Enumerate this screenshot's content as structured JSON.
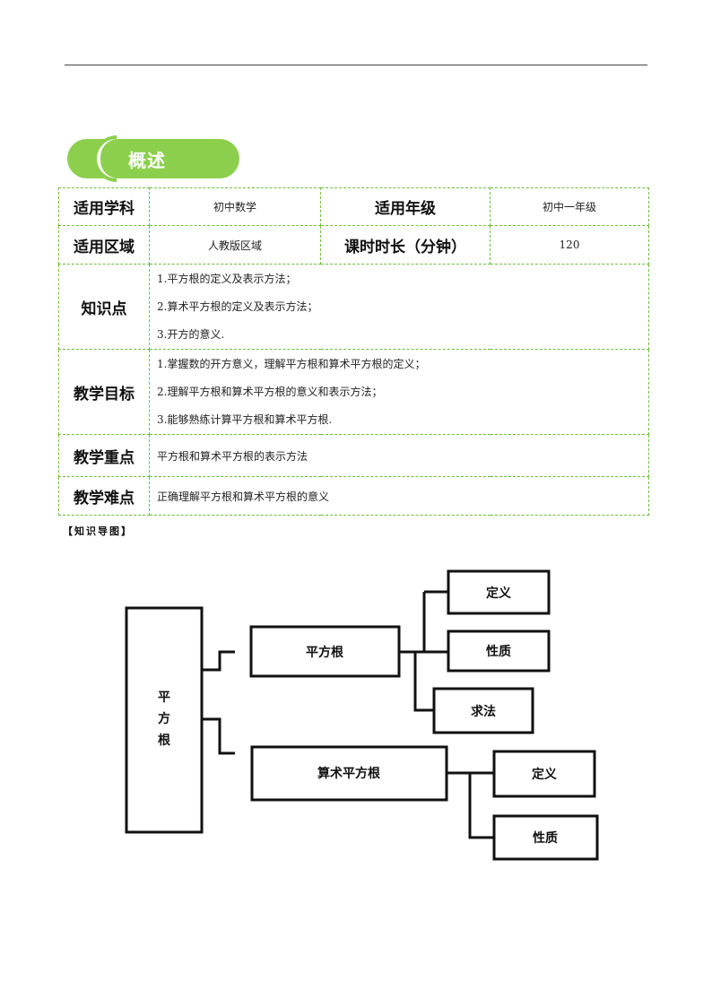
{
  "section": {
    "title": "概述"
  },
  "overview": {
    "subject_label": "适用学科",
    "subject_value": "初中数学",
    "grade_label": "适用年级",
    "grade_value": "初中一年级",
    "region_label": "适用区域",
    "region_value": "人教版区域",
    "duration_label": "课时时长（分钟）",
    "duration_value": "120",
    "knowledge_label": "知识点",
    "knowledge_items": [
      "1.平方根的定义及表示方法；",
      "2.算术平方根的定义及表示方法；",
      "3.开方的意义."
    ],
    "goals_label": "教学目标",
    "goals_items": [
      "1.掌握数的开方意义，理解平方根和算术平方根的定义；",
      "2.理解平方根和算术平方根的意义和表示方法；",
      "3.能够熟练计算平方根和算术平方根."
    ],
    "focus_label": "教学重点",
    "focus_value": "平方根和算术平方根的表示方法",
    "difficulty_label": "教学难点",
    "difficulty_value": "正确理解平方根和算术平方根的意义"
  },
  "knowledge_map": {
    "label": "【知识导图】",
    "root": "平方根",
    "branch1": {
      "title": "平方根",
      "children": [
        "定义",
        "性质",
        "求法"
      ]
    },
    "branch2": {
      "title": "算术平方根",
      "children": [
        "定义",
        "性质"
      ]
    }
  }
}
